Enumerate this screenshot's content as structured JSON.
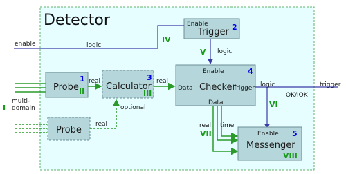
{
  "title": "Detector",
  "inputs": {
    "enable": "enable",
    "multi_domain": [
      "multi-",
      "domain"
    ]
  },
  "output": {
    "trigger": "trigger",
    "ok_iok": "OK/IOK"
  },
  "blocks": {
    "trigger": {
      "name": "Trigger",
      "port_enable": "Enable",
      "number": "2"
    },
    "probe1": {
      "name": "Probe",
      "number": "1",
      "roman": "II"
    },
    "calculator": {
      "name": "Calculator",
      "number": "3",
      "roman": "III"
    },
    "checker": {
      "name": "Checker",
      "port_enable": "Enable",
      "port_data_in": "Data",
      "port_trigger": "Trigger",
      "port_data_out": "Data",
      "number": "4"
    },
    "probe2": {
      "name": "Probe"
    },
    "messenger": {
      "name": "Messenger",
      "port_enable": "Enable",
      "number": "5",
      "roman": "VIII"
    }
  },
  "edges": {
    "logic_enable": "logic",
    "logic_trigger": "logic",
    "logic_checker": "logic",
    "real_probe1": "real",
    "real_calc": "real",
    "real_probe2": "real",
    "optional": "optional",
    "real_msg": "real",
    "time_msg": "time"
  },
  "romans": {
    "I": "I",
    "IV": "IV",
    "V": "V",
    "VI": "VI",
    "VII": "VII"
  },
  "colors": {
    "detector_bg": "#e6feff",
    "detector_border": "#5fb36a",
    "block_fill": "#b5d6da",
    "logic_line": "#3a3aa8",
    "data_line": "#2a9a2a",
    "number": "#0000e6",
    "roman": "#1a9a1a"
  }
}
